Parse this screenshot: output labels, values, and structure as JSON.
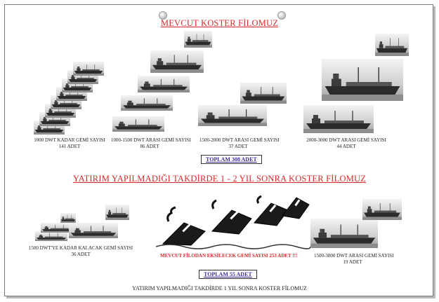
{
  "title_main": "MEVCUT KOSTER FİLOMUZ",
  "groups_top": [
    {
      "line1": "1000 DWT KADAR GEMİ SAYISI",
      "line2": "141 ADET"
    },
    {
      "line1": "1000-1500  DWT ARASI GEMİ SAYISI",
      "line2": "86 ADET"
    },
    {
      "line1": "1500-2000  DWT ARASI GEMİ SAYISI",
      "line2": "37 ADET"
    },
    {
      "line1": "2000-3000  DWT ARASI GEMİ SAYISI",
      "line2": "44 ADET"
    }
  ],
  "total_top": "TOPLAM 308 ADET",
  "title_second": "YATIRIM YAPILMADIĞI TAKDİRDE 1 - 2 YIL SONRA KOSTER FİLOMUZ",
  "groups_bottom": [
    {
      "line1": "1500  DWT'YE KADAR KALACAK GEMİ SAYISI",
      "line2": "36 ADET"
    },
    {
      "line1": "1500-3000  DWT ARASI GEMİ SAYISI",
      "line2": "19 ADET"
    }
  ],
  "loss_text": "MEVCUT FİLODAN EKSİLECEK GEMİ SAYISI 253 ADET !!!",
  "total_bottom": "TOPLAM 55 ADET",
  "footer": "YATIRIM YAPILMADIĞI TAKDİRDE 1 YIL SONRA KOSTER FİLOMUZ",
  "colors": {
    "title_red": "#d62a2a",
    "total_blue": "#3b2e9a"
  }
}
